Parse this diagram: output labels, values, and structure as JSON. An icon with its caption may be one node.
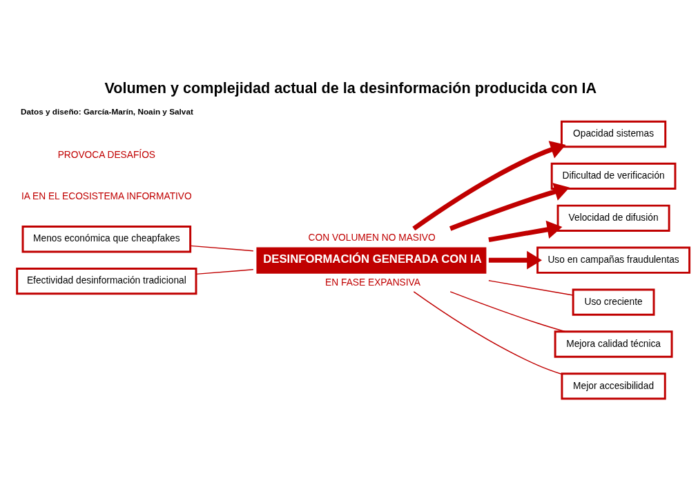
{
  "diagram": {
    "title": "Volumen y complejidad actual de la desinformación producida con IA",
    "caption": "Datos y diseño: García-Marín, Noain y Salvat",
    "nodes": [
      {
        "text": [
          "Menos económica que cheapfakes"
        ]
      },
      {
        "text": [
          "Efectividad desinformación tradicional"
        ]
      },
      {
        "text": [
          "DESINFORMACIÓN GENERADA CON IA"
        ],
        "beside": [
          "CON VOLUMEN NO MASIVO",
          "EN FASE EXPANSIVA"
        ]
      },
      {
        "text": [
          "Opacidad sistemas"
        ]
      },
      {
        "text": [
          "Dificultad de verificación"
        ]
      },
      {
        "text": [
          "Velocidad de difusión"
        ]
      },
      {
        "text": [
          "Uso en campañas fraudulentas"
        ]
      },
      {
        "text": [
          "Uso creciente"
        ]
      },
      {
        "text": [
          "Mejora calidad técnica"
        ]
      },
      {
        "text": [
          "Mejor accesibilidad"
        ]
      }
    ],
    "edges": [
      {
        "from": 0,
        "to": 2,
        "arrow": "none"
      },
      {
        "from": 1,
        "to": 2,
        "arrow": "none"
      },
      {
        "from": 2,
        "to": 3,
        "arrow": "to",
        "style": "thick"
      },
      {
        "from": 2,
        "to": 4,
        "arrow": "to",
        "style": "thick"
      },
      {
        "from": 2,
        "to": 5,
        "arrow": "to",
        "style": "thick"
      },
      {
        "from": 2,
        "to": 6,
        "arrow": "to",
        "style": "thick"
      },
      {
        "from": 2,
        "to": 7,
        "arrow": "none"
      },
      {
        "from": 2,
        "to": 8,
        "arrow": "none"
      },
      {
        "from": 2,
        "to": 9,
        "arrow": "none"
      }
    ],
    "labels": [
      "IA EN EL ECOSISTEMA INFORMATIVO",
      "PROVOCA DESAFÍOS"
    ]
  }
}
